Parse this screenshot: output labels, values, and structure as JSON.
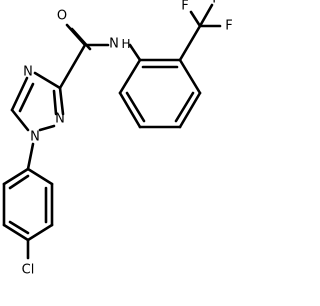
{
  "molecule": {
    "atoms": {
      "o": "O",
      "nh": "N",
      "nh_h": "H",
      "f1": "F",
      "f2": "F",
      "f3": "F",
      "n_ring_top": "N",
      "n_ring_right": "N",
      "n_ring_bottom": "N",
      "cl": "Cl"
    },
    "line_color": "#000000",
    "background": "#ffffff"
  }
}
